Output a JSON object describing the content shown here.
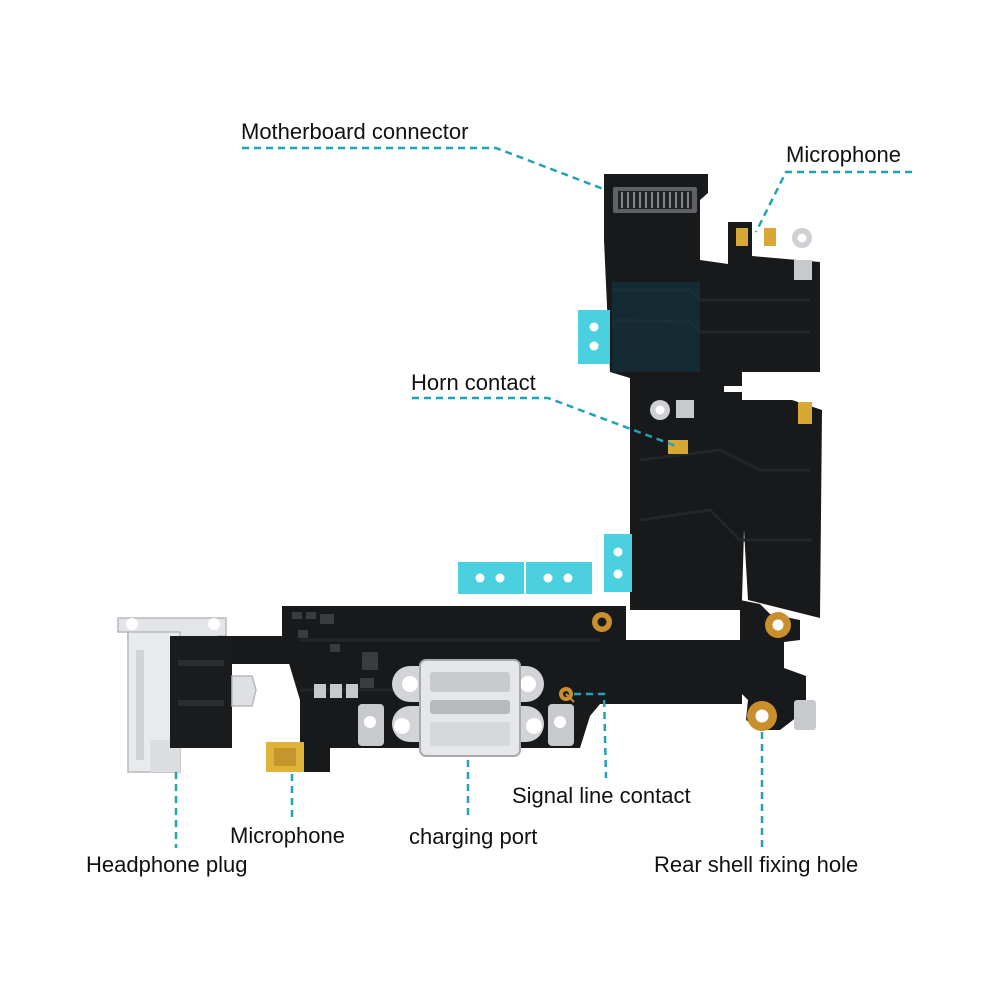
{
  "labels": {
    "motherboard_connector": "Motherboard connector",
    "microphone_top": "Microphone",
    "horn_contact": "Horn contact",
    "signal_line_contact": "Signal line contact",
    "microphone_bottom": "Microphone",
    "charging_port": "charging port",
    "headphone_plug": "Headphone plug",
    "rear_shell_fixing_hole": "Rear shell fixing hole"
  },
  "colors": {
    "leader": "#1fa3b5",
    "flex_board": "#18191b",
    "flex_highlight": "#242528",
    "stiffener_tab": "#4ad0de",
    "gold_pad": "#d9a736",
    "gold_ring": "#c88f2c",
    "metal_bracket": "#c8c9cc",
    "headphone_jack": "#e9eaec",
    "label_text": "#111111"
  },
  "icons": [
    "screw-hole-icon",
    "gold-contact-pad-icon",
    "smd-component-icon"
  ]
}
